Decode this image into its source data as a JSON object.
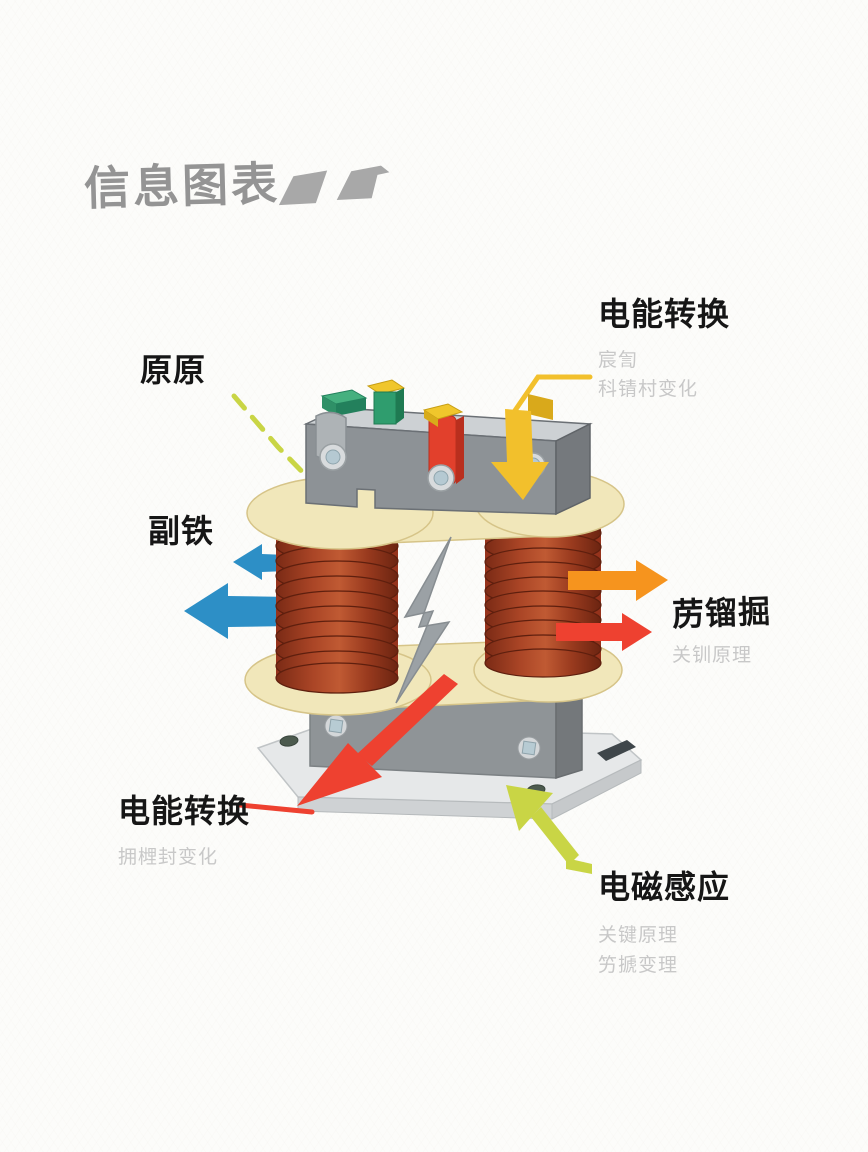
{
  "title": {
    "text": "信息图表"
  },
  "labels": {
    "energy_top": {
      "title": "电能转换",
      "sub1": "宸訇",
      "sub2": "科锖村变化"
    },
    "primary": {
      "title": "原原"
    },
    "secondary_iron": {
      "title": "副铁"
    },
    "output": {
      "title": "苈镏掘",
      "sub": "关钏原理"
    },
    "energy_bottom": {
      "title": "电能转换",
      "sub": "拥榸封变化"
    },
    "induction": {
      "title": "电磁感应",
      "sub1": "关键原理",
      "sub2": "竻搋变理"
    }
  },
  "colors": {
    "title_gray": "#949494",
    "text_black": "#161616",
    "subtext_gray": "#c8c8c8",
    "accent_blue": "#2D8FC6",
    "accent_orange": "#F6941E",
    "accent_red": "#EE4130",
    "accent_yellow": "#F2C02C",
    "accent_yellow_green": "#C9D545",
    "coil_copper": "#A84024",
    "core_cream": "#F1E7BA",
    "metal_gray": "#8F9497",
    "lightning_gray": "#9BA1A5"
  },
  "diagram": {
    "subject": "transformer-illustration"
  }
}
